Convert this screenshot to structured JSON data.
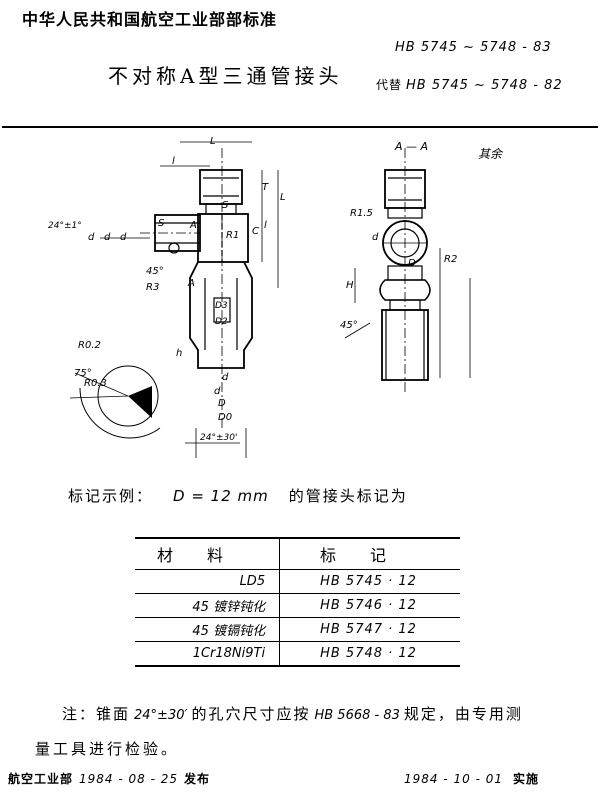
{
  "header": {
    "organization": "中华人民共和国航空工业部部标准",
    "standard_number": "HB 5745 ~ 5748 - 83",
    "title": "不对称A型三通管接头",
    "replaces_label": "代替",
    "replaces_number": "HB 5745 ~ 5748 - 82"
  },
  "drawing": {
    "dimension_labels": {
      "L": "L",
      "l1": "l",
      "T": "T",
      "L2": "L",
      "l3": "l",
      "s1": "S",
      "s2": "S",
      "angle_top": "24°±1°",
      "d": "d",
      "d2": "d",
      "d3": "d",
      "c": "C",
      "r1": "R1",
      "A_top": "A",
      "A_bottom": "A",
      "r3": "R3",
      "angle_45": "45°",
      "D3": "D3",
      "D2": "D2",
      "h": "h",
      "d4": "d",
      "d5": "d",
      "D1": "D",
      "D0": "D0",
      "angle_bottom": "24°±30'",
      "r02": "R0.2",
      "angle_75": "75°",
      "r03": "R0.3",
      "section_label": "A — A",
      "roughness": "其余",
      "r15": "R1.5",
      "r2": "R2",
      "H": "H",
      "d1s": "d",
      "Ds": "D"
    }
  },
  "marking": {
    "lead": "标记示例：",
    "equation": "D = 12 mm",
    "tail": "的管接头标记为"
  },
  "material_table": {
    "headers": [
      "材料",
      "标记"
    ],
    "rows": [
      [
        "LD5",
        "HB 5745 · 12"
      ],
      [
        "45 镀锌钝化",
        "HB 5746 · 12"
      ],
      [
        "45 镀镉钝化",
        "HB 5747 · 12"
      ],
      [
        "1Cr18Ni9Ti",
        "HB 5748 · 12"
      ]
    ]
  },
  "notes": {
    "line1_a": "注：锥面",
    "line1_angle": "24°±30′",
    "line1_b": "的孔穴尺寸应按",
    "line1_std": "HB 5668 - 83",
    "line1_c": "规定，由专用测",
    "line2": "量工具进行检验。"
  },
  "footer": {
    "issuer": "航空工业部",
    "issue_date": "1984 - 08 - 25",
    "issue_label": "发布",
    "effective_date": "1984 - 10 - 01",
    "effective_label": "实施"
  }
}
